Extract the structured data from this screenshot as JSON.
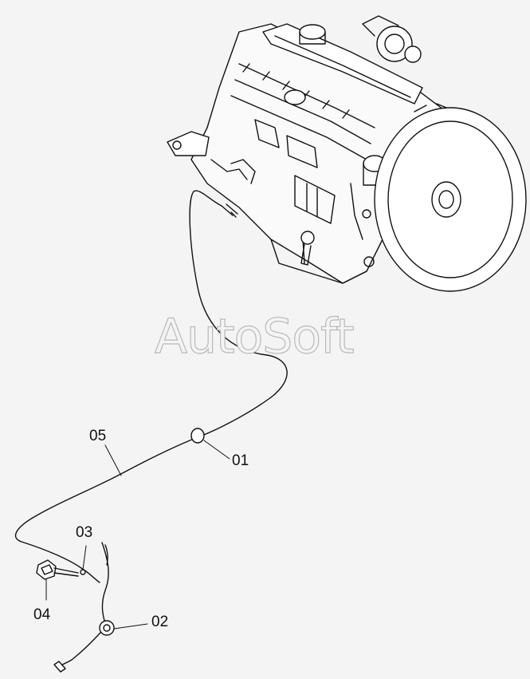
{
  "watermark": "AutoSoft",
  "callouts": {
    "c01": "01",
    "c02": "02",
    "c03": "03",
    "c04": "04",
    "c05": "05"
  },
  "colors": {
    "background": "#f4f4f4",
    "ink": "#111111",
    "watermark_outline": "#b9b9b9"
  }
}
